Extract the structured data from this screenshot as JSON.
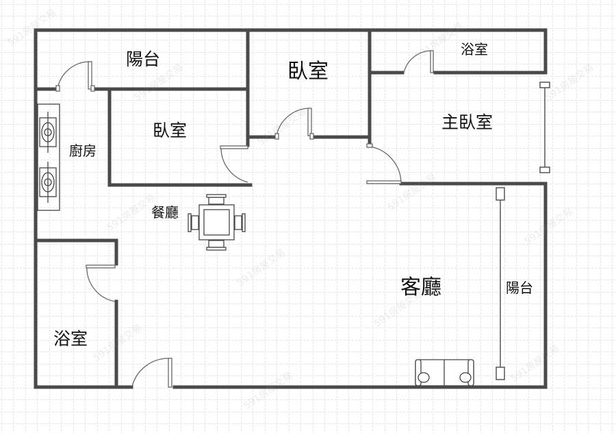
{
  "floorplan": {
    "rooms": {
      "balcony_top": {
        "label": "陽台"
      },
      "bedroom_top": {
        "label": "臥室"
      },
      "bathroom_top_right": {
        "label": "浴室"
      },
      "bedroom_left": {
        "label": "臥室"
      },
      "master_bedroom": {
        "label": "主臥室"
      },
      "kitchen": {
        "label": "廚房"
      },
      "dining": {
        "label": "餐廳"
      },
      "living_room": {
        "label": "客廳"
      },
      "balcony_right": {
        "label": "陽台"
      },
      "bathroom_bottom_left": {
        "label": "浴室"
      }
    },
    "watermark": "591房屋交易",
    "colors": {
      "wall": "#4a4a4a",
      "grid": "#c8c8c8",
      "background": "#ffffff",
      "text": "#111111"
    }
  }
}
